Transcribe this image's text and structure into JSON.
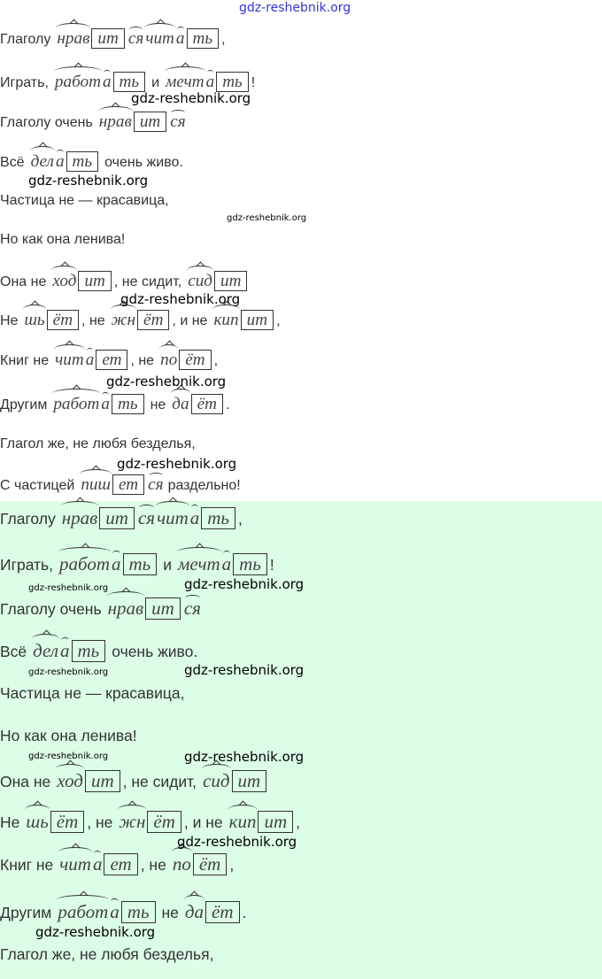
{
  "watermark": "gdz-reshebnik.org",
  "blocks": [
    {
      "lines": [
        [
          {
            "t": "Глаголу"
          },
          {
            "r": "нрав"
          },
          {
            "e": "ит"
          },
          {
            "s": "ся"
          },
          {
            "r": "чит"
          },
          {
            "s": "а"
          },
          {
            "e": "ть"
          },
          {
            "t": ","
          }
        ],
        [
          {
            "t": "Играть,"
          },
          {
            "r": "работ"
          },
          {
            "s": "а"
          },
          {
            "e": "ть"
          },
          {
            "t": "и"
          },
          {
            "r": "мечт"
          },
          {
            "s": "а"
          },
          {
            "e": "ть"
          },
          {
            "t": "!"
          }
        ],
        [
          {
            "t": "Глаголу очень"
          },
          {
            "r": "нрав"
          },
          {
            "e": "ит"
          },
          {
            "s": "ся"
          }
        ],
        [
          {
            "t": "Всё"
          },
          {
            "r": "дел"
          },
          {
            "s": "а"
          },
          {
            "e": "ть"
          },
          {
            "t": "очень живо."
          }
        ],
        [
          {
            "t": "Частица не — красавица,"
          }
        ],
        [
          {
            "t": "Но как она ленива!"
          }
        ],
        [
          {
            "t": "Она не"
          },
          {
            "r": "ход"
          },
          {
            "e": "ит"
          },
          {
            "t": ", не сидит,"
          },
          {
            "r": "сид"
          },
          {
            "e": "ит"
          }
        ],
        [
          {
            "t": "Не"
          },
          {
            "r": "шь"
          },
          {
            "e": "ёт"
          },
          {
            "t": ", не"
          },
          {
            "r": "жн"
          },
          {
            "e": "ёт"
          },
          {
            "t": ", и не"
          },
          {
            "r": "кип"
          },
          {
            "e": "ит"
          },
          {
            "t": ","
          }
        ],
        [
          {
            "t": "Книг не"
          },
          {
            "r": "чит"
          },
          {
            "s": "а"
          },
          {
            "e": "ет"
          },
          {
            "t": ", не"
          },
          {
            "r": "по"
          },
          {
            "e": "ёт"
          },
          {
            "t": ","
          }
        ],
        [
          {
            "t": "Другим"
          },
          {
            "r": "работ"
          },
          {
            "s": "а"
          },
          {
            "e": "ть"
          },
          {
            "t": "не"
          },
          {
            "r": "да"
          },
          {
            "e": "ёт"
          },
          {
            "t": "."
          }
        ],
        [
          {
            "t": "Глагол же, не любя безделья,"
          }
        ],
        [
          {
            "t": "С частицей"
          },
          {
            "r": "пиш"
          },
          {
            "e": "ет"
          },
          {
            "s": "ся"
          },
          {
            "t": "раздельно!"
          }
        ]
      ]
    },
    {
      "lines": [
        [
          {
            "t": "Глаголу"
          },
          {
            "r": "нрав"
          },
          {
            "e": "ит"
          },
          {
            "s": "ся"
          },
          {
            "r": "чит"
          },
          {
            "s": "а"
          },
          {
            "e": "ть"
          },
          {
            "t": ","
          }
        ],
        [
          {
            "t": "Играть,"
          },
          {
            "r": "работ"
          },
          {
            "s": "а"
          },
          {
            "e": "ть"
          },
          {
            "t": "и"
          },
          {
            "r": "мечт"
          },
          {
            "s": "а"
          },
          {
            "e": "ть"
          },
          {
            "t": "!"
          }
        ],
        [
          {
            "t": "Глаголу очень"
          },
          {
            "r": "нрав"
          },
          {
            "e": "ит"
          },
          {
            "s": "ся"
          }
        ],
        [
          {
            "t": "Всё"
          },
          {
            "r": "дел"
          },
          {
            "s": "а"
          },
          {
            "e": "ть"
          },
          {
            "t": "очень живо."
          }
        ],
        [
          {
            "t": "Частица не — красавица,"
          }
        ],
        [
          {
            "t": "Но как она ленива!"
          }
        ],
        [
          {
            "t": "Она не"
          },
          {
            "r": "ход"
          },
          {
            "e": "ит"
          },
          {
            "t": ", не сидит,"
          },
          {
            "r": "сид"
          },
          {
            "e": "ит"
          }
        ],
        [
          {
            "t": "Не"
          },
          {
            "r": "шь"
          },
          {
            "e": "ёт"
          },
          {
            "t": ", не"
          },
          {
            "r": "жн"
          },
          {
            "e": "ёт"
          },
          {
            "t": ", и не"
          },
          {
            "r": "кип"
          },
          {
            "e": "ит"
          },
          {
            "t": ","
          }
        ],
        [
          {
            "t": "Книг не"
          },
          {
            "r": "чит"
          },
          {
            "s": "а"
          },
          {
            "e": "ет"
          },
          {
            "t": ", не"
          },
          {
            "r": "по"
          },
          {
            "e": "ёт"
          },
          {
            "t": ","
          }
        ],
        [
          {
            "t": "Другим"
          },
          {
            "r": "работ"
          },
          {
            "s": "а"
          },
          {
            "e": "ть"
          },
          {
            "t": "не"
          },
          {
            "r": "да"
          },
          {
            "e": "ёт"
          },
          {
            "t": "."
          }
        ],
        [
          {
            "t": "Глагол же, не любя безделья,"
          }
        ]
      ]
    }
  ]
}
